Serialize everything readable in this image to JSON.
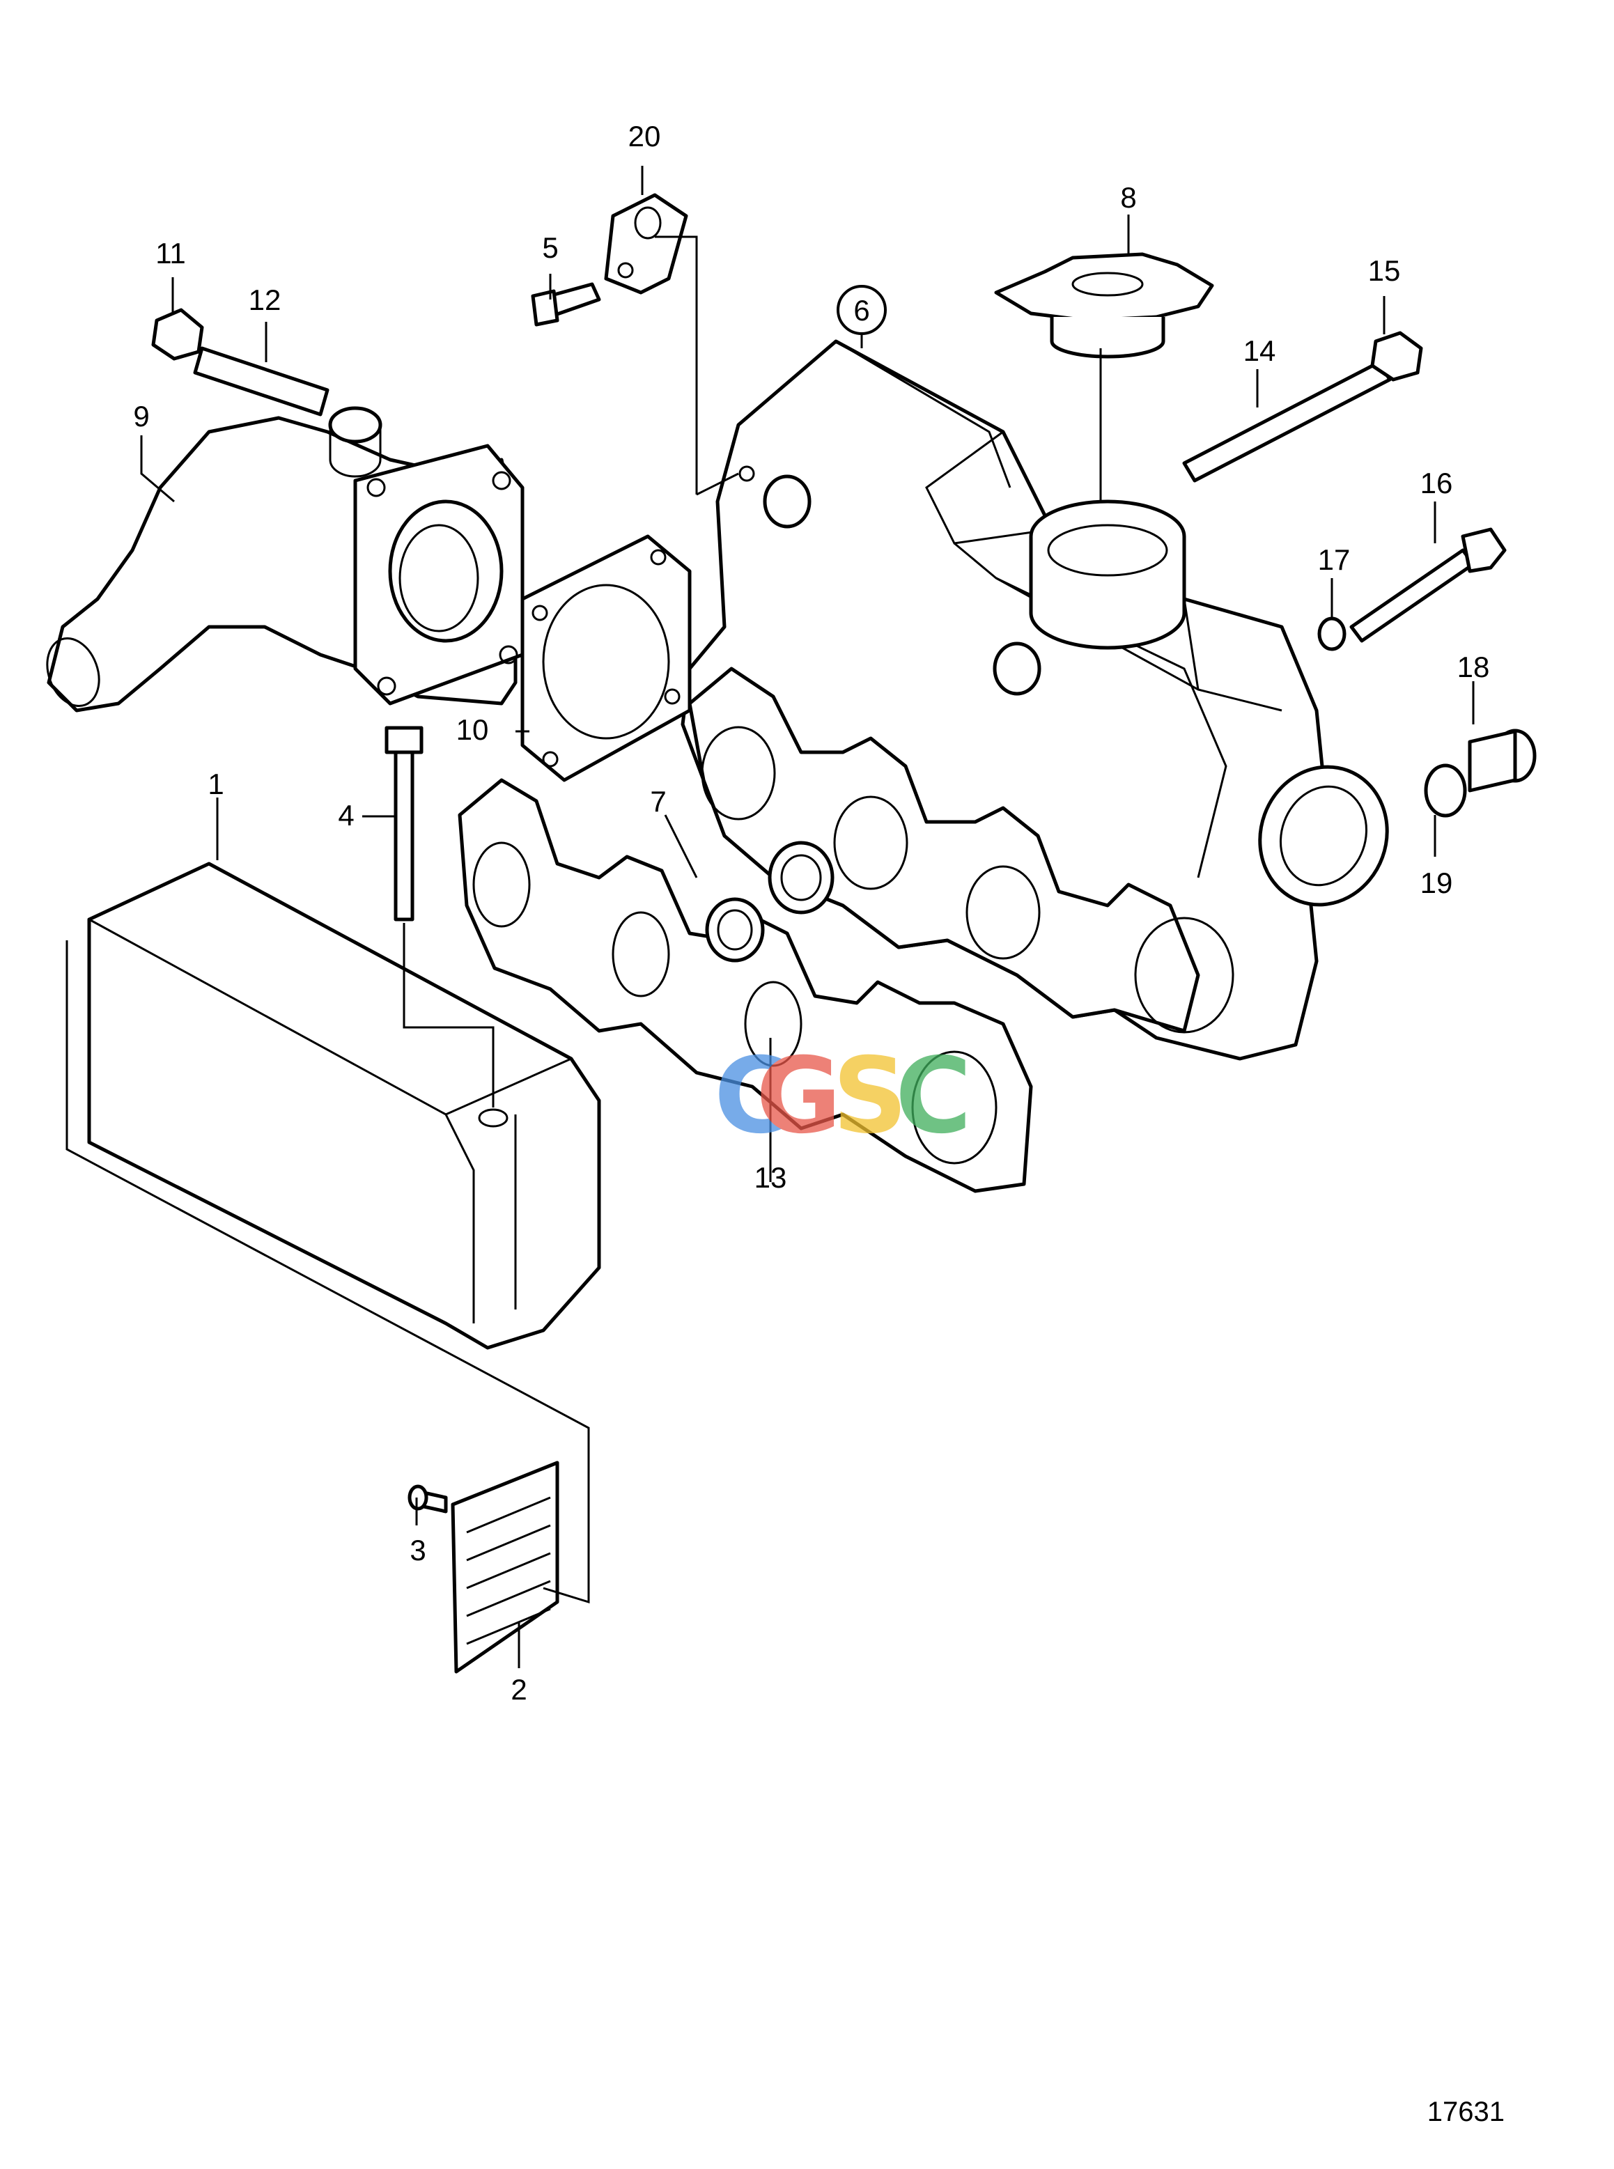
{
  "diagram": {
    "figure_number": "17631",
    "callouts": [
      "1",
      "2",
      "3",
      "4",
      "5",
      "6",
      "7",
      "8",
      "9",
      "10",
      "11",
      "12",
      "13",
      "14",
      "15",
      "16",
      "17",
      "18",
      "19",
      "20"
    ],
    "highlighted_callout": "6",
    "watermark": {
      "letters": [
        "C",
        "G",
        "S",
        "C"
      ],
      "colors": [
        "#4a90e2",
        "#e8574a",
        "#f2c230",
        "#3fae5c"
      ]
    }
  }
}
